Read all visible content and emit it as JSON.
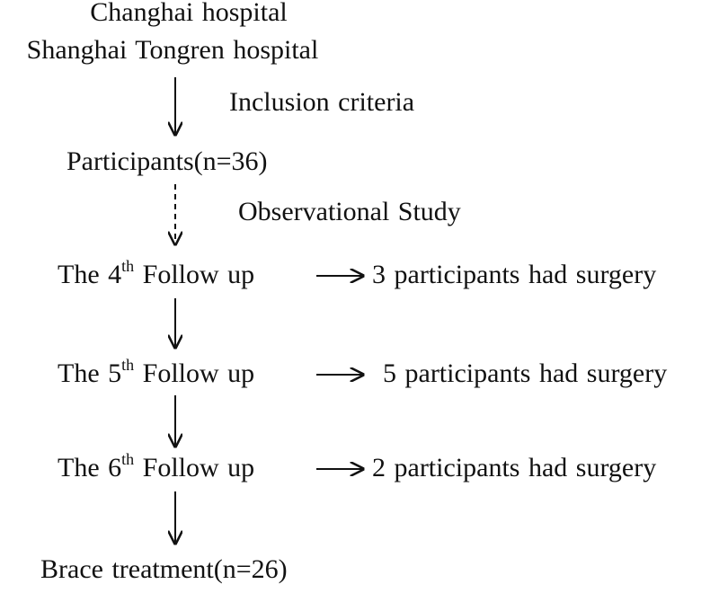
{
  "source": {
    "line1": "Changhai hospital",
    "line2": "Shanghai Tongren hospital"
  },
  "step_inclusion": "Inclusion criteria",
  "participants": "Participants(n=36)",
  "step_observational": "Observational Study",
  "followups": [
    {
      "prefix": "The 4",
      "sup": "th",
      "suffix": " Follow up",
      "outcome": "3 participants had surgery"
    },
    {
      "prefix": "The 5",
      "sup": "th",
      "suffix": " Follow up",
      "outcome": "5 participants had surgery"
    },
    {
      "prefix": "The 6",
      "sup": "th",
      "suffix": " Follow up",
      "outcome": "2 participants had surgery"
    }
  ],
  "final": "Brace treatment(n=26)"
}
